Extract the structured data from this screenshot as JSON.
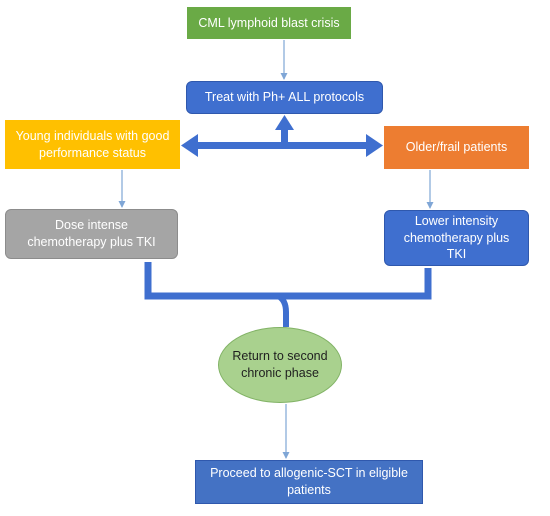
{
  "colors": {
    "green": "#6aaa46",
    "blue": "#4472c4",
    "yellow": "#ffc000",
    "orange": "#ed7d31",
    "gray": "#a5a5a5",
    "light_green": "#a9d18e",
    "connector": "#3f6fcf",
    "thin_arrow": "#7fa6d6"
  },
  "nodes": {
    "start": "CML lymphoid blast crisis",
    "treat": "Treat with Ph+ ALL protocols",
    "young": "Young individuals with good performance status",
    "older": "Older/frail patients",
    "dose_intense": "Dose intense chemotherapy plus TKI",
    "lower_intensity": "Lower intensity chemotherapy plus TKI",
    "return": "Return to second chronic phase",
    "proceed": "Proceed to allogenic-SCT in eligible patients"
  }
}
